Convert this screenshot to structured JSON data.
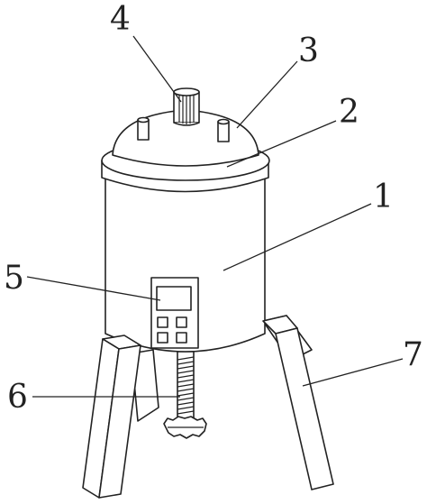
{
  "labels": {
    "body": "1",
    "lid_ring": "2",
    "dome_lid": "3",
    "motor": "4",
    "control_panel": "5",
    "screw_rod": "6",
    "legs": "7"
  },
  "colors": {
    "line": "#222222",
    "fill": "#ffffff"
  }
}
